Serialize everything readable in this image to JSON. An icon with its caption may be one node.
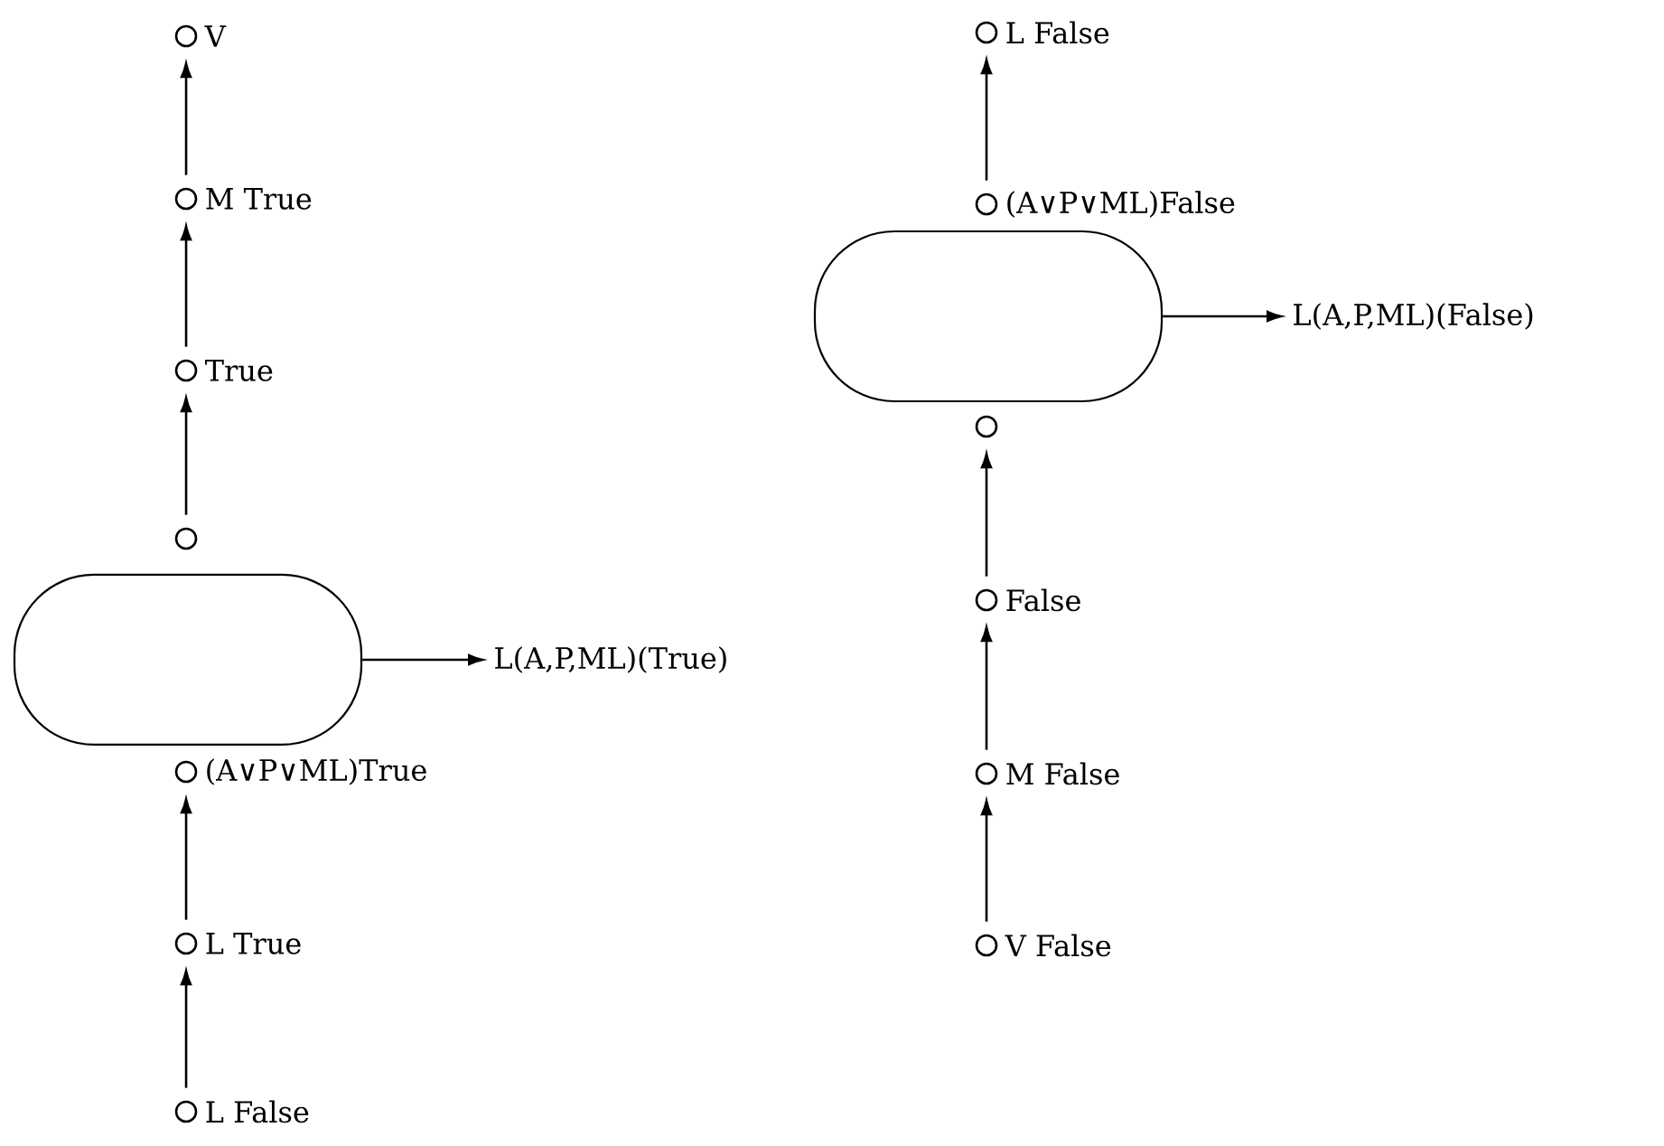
{
  "diagram": {
    "nodes": [
      {
        "text": [],
        "shape": "circle",
        "beside": [
          "V"
        ]
      },
      {
        "text": [],
        "shape": "circle",
        "beside": [
          "M True"
        ]
      },
      {
        "text": [],
        "shape": "circle",
        "beside": [
          "True"
        ]
      },
      {
        "text": [],
        "shape": "circle"
      },
      {
        "text": [],
        "shape": "box"
      },
      {
        "text": [
          "L(A,P,ML)(True)"
        ]
      },
      {
        "text": [],
        "shape": "circle",
        "beside": [
          "(A∨P∨ML)True"
        ]
      },
      {
        "text": [],
        "shape": "circle",
        "beside": [
          "L True"
        ]
      },
      {
        "text": [],
        "shape": "circle",
        "beside": [
          "L False"
        ]
      },
      {
        "text": [],
        "shape": "circle",
        "beside": [
          "L False"
        ]
      },
      {
        "text": [],
        "shape": "circle",
        "beside": [
          "(A∨P∨ML)False"
        ]
      },
      {
        "text": [],
        "shape": "box"
      },
      {
        "text": [
          "L(A,P,ML)(False)"
        ]
      },
      {
        "text": [],
        "shape": "circle"
      },
      {
        "text": [],
        "shape": "circle",
        "beside": [
          "False"
        ]
      },
      {
        "text": [],
        "shape": "circle",
        "beside": [
          "M False"
        ]
      },
      {
        "text": [],
        "shape": "circle",
        "beside": [
          "V False"
        ]
      }
    ],
    "edges": [
      {
        "from": 1,
        "to": 0,
        "arrow": "to"
      },
      {
        "from": 2,
        "to": 1,
        "arrow": "to"
      },
      {
        "from": 3,
        "to": 2,
        "arrow": "to"
      },
      {
        "from": 4,
        "to": 5,
        "arrow": "to"
      },
      {
        "from": 7,
        "to": 6,
        "arrow": "to"
      },
      {
        "from": 8,
        "to": 7,
        "arrow": "to"
      },
      {
        "from": 10,
        "to": 9,
        "arrow": "to"
      },
      {
        "from": 11,
        "to": 12,
        "arrow": "to"
      },
      {
        "from": 16,
        "to": 15,
        "arrow": "to"
      },
      {
        "from": 15,
        "to": 14,
        "arrow": "to"
      },
      {
        "from": 14,
        "to": 13,
        "arrow": "to"
      }
    ]
  }
}
